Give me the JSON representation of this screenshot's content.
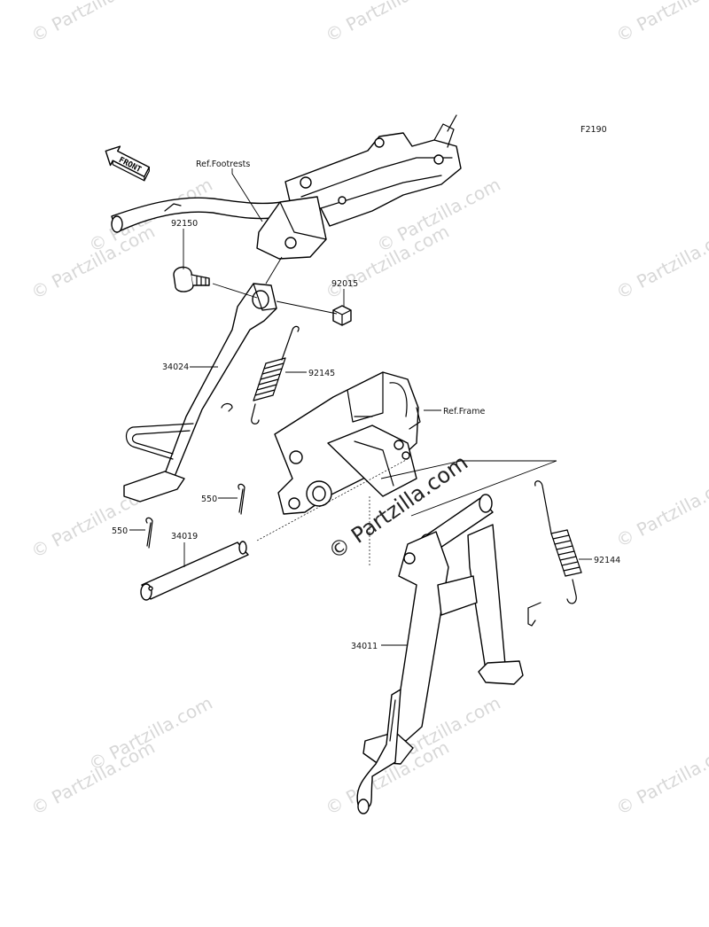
{
  "diagram_code": "F2190",
  "front_arrow_label": "FRONT",
  "watermark_text": "© Partzilla.com",
  "watermark_center_text": "© Partzilla.com",
  "labels": {
    "ref_footrests": "Ref.Footrests",
    "p92150": "92150",
    "p92015": "92015",
    "p34024": "34024",
    "p92145": "92145",
    "ref_frame": "Ref.Frame",
    "p550a": "550",
    "p550b": "550",
    "p34019": "34019",
    "p92144": "92144",
    "p34011": "34011"
  },
  "colors": {
    "line": "#000000",
    "watermark": "#d8d8d8",
    "background": "#ffffff"
  }
}
